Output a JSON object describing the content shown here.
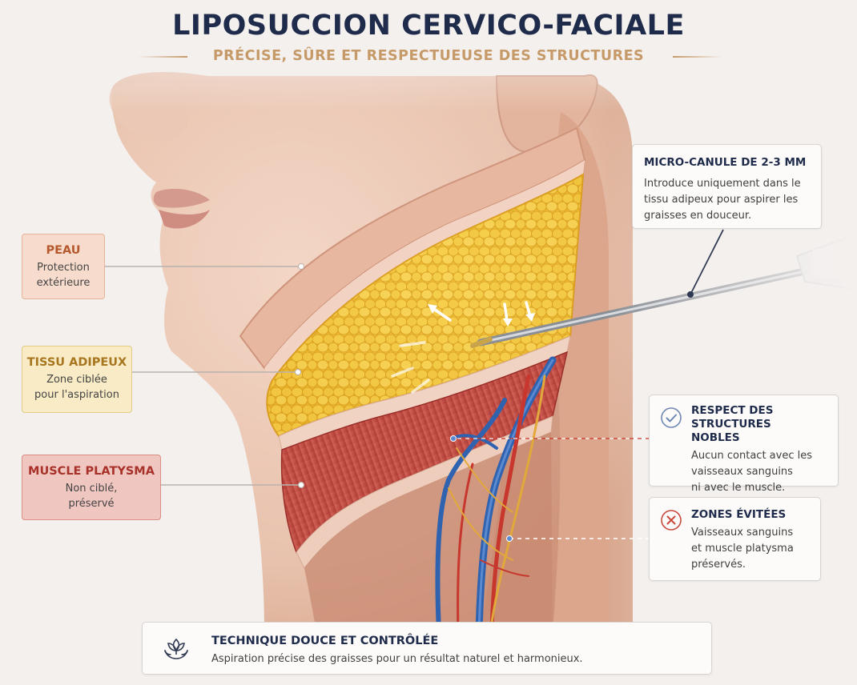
{
  "header": {
    "title": "LIPOSUCCION CERVICO-FACIALE",
    "subtitle": "PRÉCISE, SÛRE ET RESPECTUEUSE DES STRUCTURES"
  },
  "labels": {
    "peau": {
      "title": "PEAU",
      "line1": "Protection",
      "line2": "extérieure"
    },
    "tissu_adipeux": {
      "title": "TISSU ADIPEUX",
      "line1": "Zone ciblée",
      "line2": "pour l'aspiration"
    },
    "muscle_platysma": {
      "title": "MUSCLE PLATYSMA",
      "line1": "Non ciblé,",
      "line2": "préservé"
    }
  },
  "callouts": {
    "micro_canule": {
      "title": "MICRO-CANULE DE 2-3 MM",
      "lines": [
        "Introduce uniquement dans le",
        "tissu adipeux pour aspirer les",
        "graisses en douceur."
      ]
    },
    "respect": {
      "title_line1": "RESPECT DES STRUCTURES",
      "title_line2": "NOBLES",
      "lines": [
        "Aucun contact avec les",
        "vaisseaux sanguins",
        "ni avec le muscle."
      ],
      "icon": "check-circle-icon"
    },
    "zones": {
      "title": "ZONES ÉVITÉES",
      "lines": [
        "Vaisseaux sanguins",
        "et muscle platysma",
        "préservés."
      ],
      "icon": "x-circle-icon"
    }
  },
  "footer": {
    "title": "TECHNIQUE DOUCE ET CONTRÔLÉE",
    "text": "Aspiration précise des graisses pour un résultat naturel et harmonieux.",
    "icon": "leaf-hands-icon"
  },
  "colors": {
    "title": "#1f2b4a",
    "accent_gold": "#c69a68",
    "skin": "#e9c2ab",
    "fat": "#f1c13a",
    "muscle": "#c9524a",
    "vein": "#2f63b0",
    "artery": "#c7372e",
    "nerve": "#e1a83a"
  }
}
